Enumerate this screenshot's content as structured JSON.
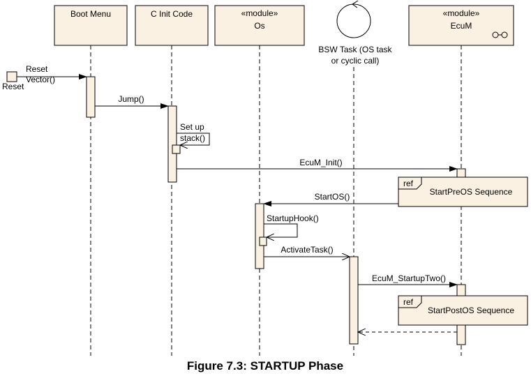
{
  "participants": {
    "boot_menu": {
      "name": "Boot Menu"
    },
    "c_init_code": {
      "name": "C Init Code"
    },
    "os": {
      "stereotype": "«module»",
      "name": "Os"
    },
    "bsw_task": {
      "name_line1": "BSW Task (OS task",
      "name_line2": "or cyclic call)"
    },
    "ecum": {
      "stereotype": "«module»",
      "name": "EcuM"
    }
  },
  "reset": {
    "label_line1": "Reset",
    "label_line2": "Vector()",
    "state_label": "Reset"
  },
  "messages": {
    "jump": "Jump()",
    "setup_stack_line1": "Set up",
    "setup_stack_line2": "stack()",
    "ecum_init": "EcuM_Init()",
    "start_os": "StartOS()",
    "startup_hook": "StartupHook()",
    "activate_task": "ActivateTask()",
    "ecum_startup_two": "EcuM_StartupTwo()"
  },
  "refs": {
    "pre_os": {
      "tag": "ref",
      "label": "StartPreOS Sequence"
    },
    "post_os": {
      "tag": "ref",
      "label": "StartPostOS Sequence"
    }
  },
  "caption": "Figure 7.3: STARTUP Phase"
}
